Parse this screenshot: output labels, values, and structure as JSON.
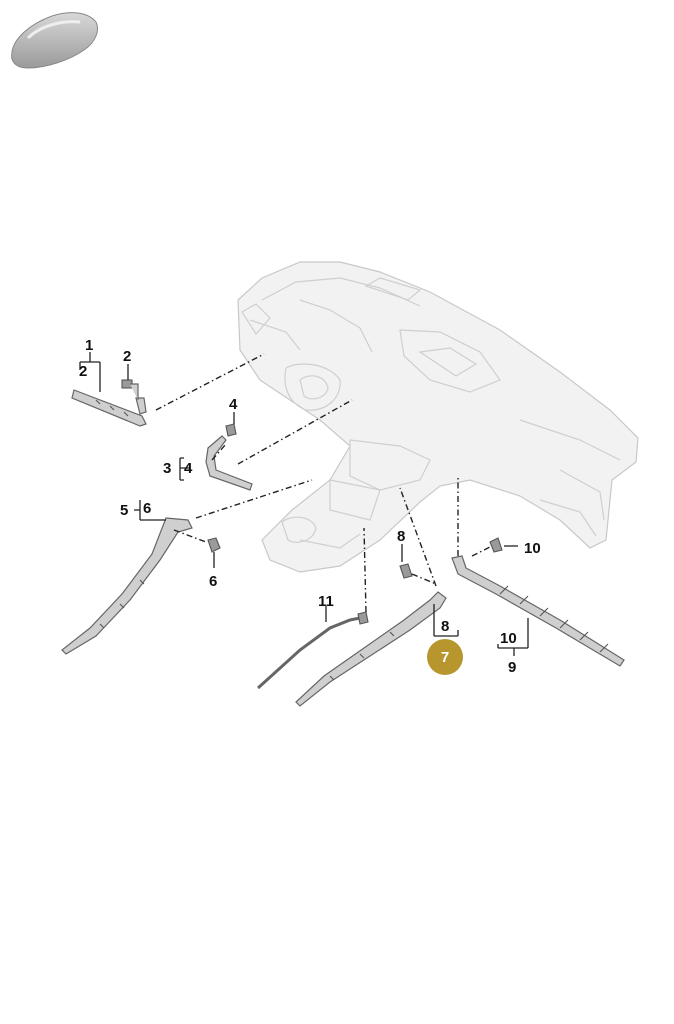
{
  "thumbnail": {
    "icon": "car-silhouette-icon"
  },
  "labels": {
    "l1": "1",
    "l2a": "2",
    "l2b": "2",
    "l3": "3",
    "l4a": "4",
    "l4b": "4",
    "l5": "5",
    "l6a": "6",
    "l6b": "6",
    "l7": "7",
    "l8a": "8",
    "l8b": "8",
    "l9": "9",
    "l10a": "10",
    "l10b": "10",
    "l11": "11"
  },
  "colors": {
    "highlight_badge": "#b8962e",
    "line": "#222222",
    "part": "#cfcfcf",
    "dashboard": "#f2f2f2"
  }
}
